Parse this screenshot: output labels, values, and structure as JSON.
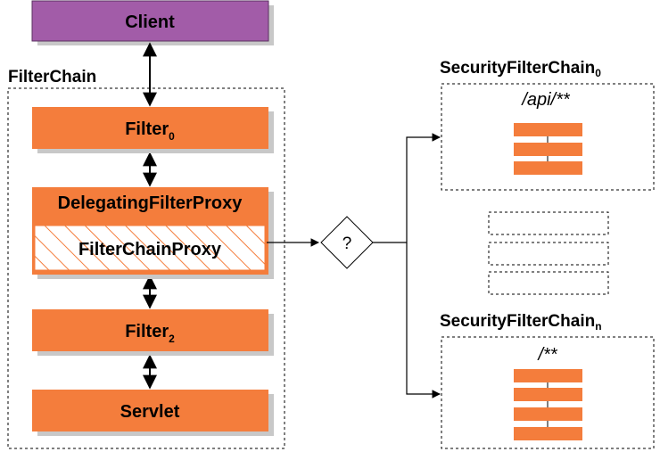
{
  "client": {
    "label": "Client"
  },
  "filter_chain": {
    "title": "FilterChain",
    "filter0": {
      "label": "Filter",
      "sub": "0"
    },
    "delegating_proxy": {
      "label": "DelegatingFilterProxy"
    },
    "filter_chain_proxy": {
      "label": "FilterChainProxy"
    },
    "filter2": {
      "label": "Filter",
      "sub": "2"
    },
    "servlet": {
      "label": "Servlet"
    }
  },
  "decision": {
    "label": "?"
  },
  "security_chain_0": {
    "title": "SecurityFilterChain",
    "sub": "0",
    "pattern": "/api/**"
  },
  "security_chain_n": {
    "title": "SecurityFilterChain",
    "sub": "n",
    "pattern": "/**"
  },
  "colors": {
    "client_fill": "#a25ca8",
    "filter_fill": "#f47d3c",
    "shadow": "#c8c8c8",
    "line": "#000000"
  }
}
